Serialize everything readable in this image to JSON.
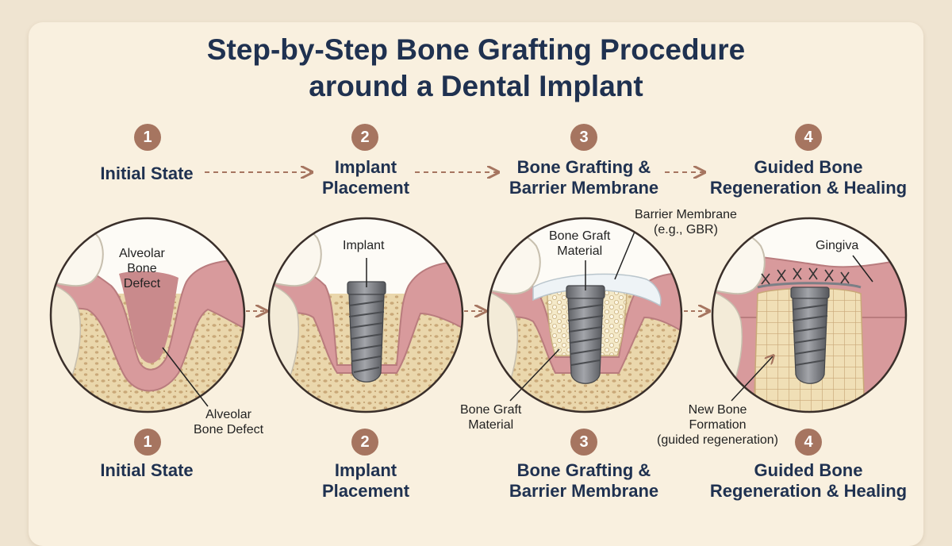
{
  "title_line1": "Step-by-Step Bone Grafting Procedure",
  "title_line2": "around a Dental Implant",
  "steps": [
    {
      "number": "1",
      "label_line1": "Initial State",
      "label_line2": ""
    },
    {
      "number": "2",
      "label_line1": "Implant",
      "label_line2": "Placement"
    },
    {
      "number": "3",
      "label_line1": "Bone Grafting &",
      "label_line2": "Barrier Membrane"
    },
    {
      "number": "4",
      "label_line1": "Guided Bone",
      "label_line2": "Regeneration & Healing"
    }
  ],
  "annotations": {
    "alveolar_defect_top": [
      "Alveolar",
      "Bone",
      "Defect"
    ],
    "alveolar_defect_bottom": [
      "Alveolar",
      "Bone Defect"
    ],
    "implant": [
      "Implant"
    ],
    "graft_top": [
      "Bone Graft",
      "Material"
    ],
    "membrane": [
      "Barrier Membrane",
      "(e.g., GBR)"
    ],
    "graft_bottom": [
      "Bone Graft",
      "Material"
    ],
    "gingiva": [
      "Gingiva"
    ],
    "new_bone": [
      "New Bone",
      "Formation",
      "(guided regeneration)"
    ]
  },
  "colors": {
    "badge": "#a67560",
    "title": "#1f3150",
    "gum": "#d89a9c",
    "bone": "#ead7ac",
    "implant": "#7d7f84",
    "arrow": "#a67560"
  }
}
